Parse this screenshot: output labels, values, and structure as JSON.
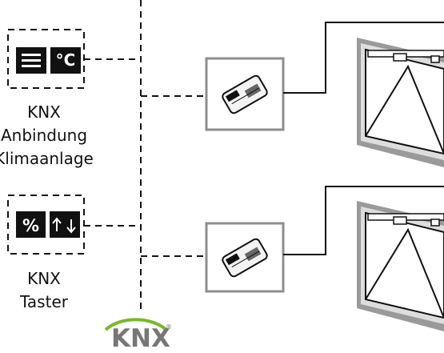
{
  "devices": {
    "climate": {
      "icons": [
        "menu-icon",
        "thermometer-icon"
      ],
      "symbol": "°C",
      "label_line1": "KNX",
      "label_line2": "Anbindung",
      "label_line3": "Klimaanlage"
    },
    "button": {
      "icons": [
        "percent-icon",
        "up-down-arrows-icon"
      ],
      "symbol": "%",
      "label_line1": "KNX",
      "label_line2": "Taster"
    }
  },
  "logo": {
    "text": "KNX",
    "registered": "®"
  },
  "colors": {
    "black": "#111111",
    "gray": "#9b9b9b",
    "light_gray": "#dedede",
    "green": "#78b928"
  }
}
